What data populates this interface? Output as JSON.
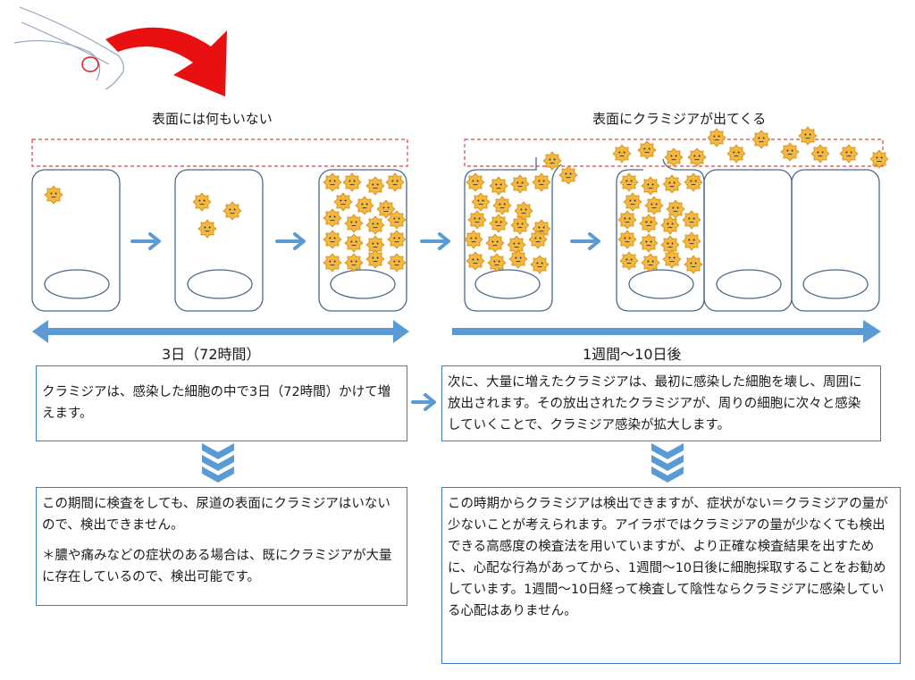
{
  "colors": {
    "cell_stroke": "#4a6a8a",
    "arrow": "#5b9bd5",
    "surface_dash": "#e04040",
    "bacteria_fill": "#f5b83d",
    "bacteria_stroke": "#d08a10",
    "swoosh": "#e81010",
    "box_border": "#3e7fc6"
  },
  "icons": {
    "bacteria": "bacteria-face-icon",
    "chevrons": "triple-chevron-down-icon",
    "arrow": "right-arrow-icon",
    "swoosh": "red-curved-arrow-icon"
  },
  "left": {
    "surface_label": "表面には何もいない",
    "period_label": "3日（72時間）",
    "desc": "クラミジアは、感染した細胞の中で3日（72時間）かけて増えます。",
    "result_p1": "この期間に検査をしても、尿道の表面にクラミジアはいないので、検出できません。",
    "result_p2": "＊膿や痛みなどの症状のある場合は、既にクラミジアが大量に存在しているので、検出可能です。"
  },
  "right": {
    "surface_label": "表面にクラミジアが出てくる",
    "period_label": "1週間〜10日後",
    "desc": "次に、大量に増えたクラミジアは、最初に感染した細胞を壊し、周囲に放出されます。その放出されたクラミジアが、周りの細胞に次々と感染していくことで、クラミジア感染が拡大します。",
    "result": "この時期からクラミジアは検出できますが、症状がない＝クラミジアの量が少ないことが考えられます。アイラボではクラミジアの量が少なくても検出できる高感度の検査法を用いていますが、より正確な検査結果を出すために、心配な行為があってから、1週間〜10日後に細胞採取することをお勧めしています。1週間〜10日経って検査して陰性ならクラミジアに感染している心配はありません。"
  }
}
